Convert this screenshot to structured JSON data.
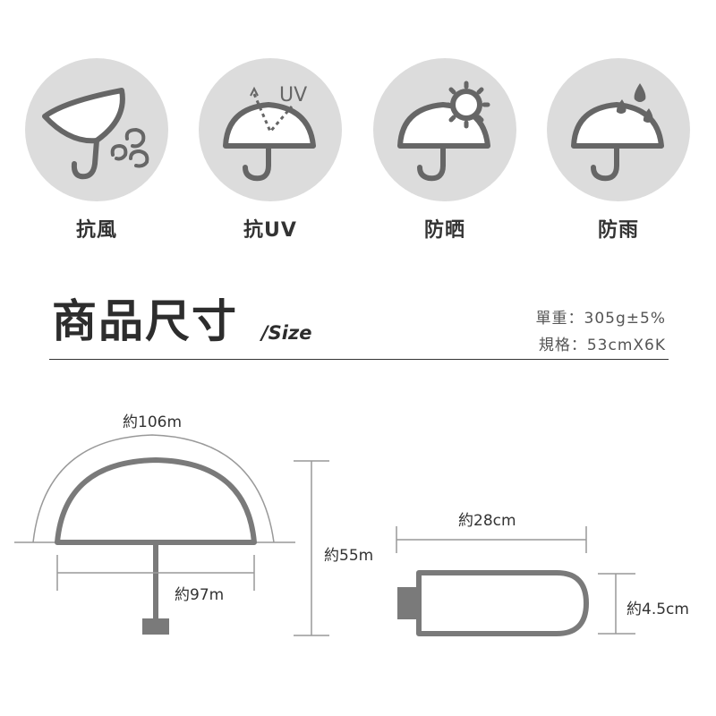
{
  "features": [
    {
      "label": "抗風",
      "icon": "wind-umbrella-icon"
    },
    {
      "label": "抗UV",
      "icon": "uv-umbrella-icon",
      "badge": "UV"
    },
    {
      "label": "防晒",
      "icon": "sun-umbrella-icon"
    },
    {
      "label": "防雨",
      "icon": "rain-umbrella-icon"
    }
  ],
  "size_section": {
    "title": "商品尺寸",
    "subtitle": "/Size",
    "weight": "單重：305g±5%",
    "spec": "規格：53cmX6K"
  },
  "dimensions": {
    "arc_length": "約106m",
    "height": "約55m",
    "width": "約97m",
    "closed_length": "約28cm",
    "closed_diameter": "約4.5cm"
  },
  "colors": {
    "circle_bg": "#dcdcdc",
    "icon_stroke": "#666666",
    "umbrella_stroke": "#7a7a7a",
    "dim_line": "#999999"
  }
}
